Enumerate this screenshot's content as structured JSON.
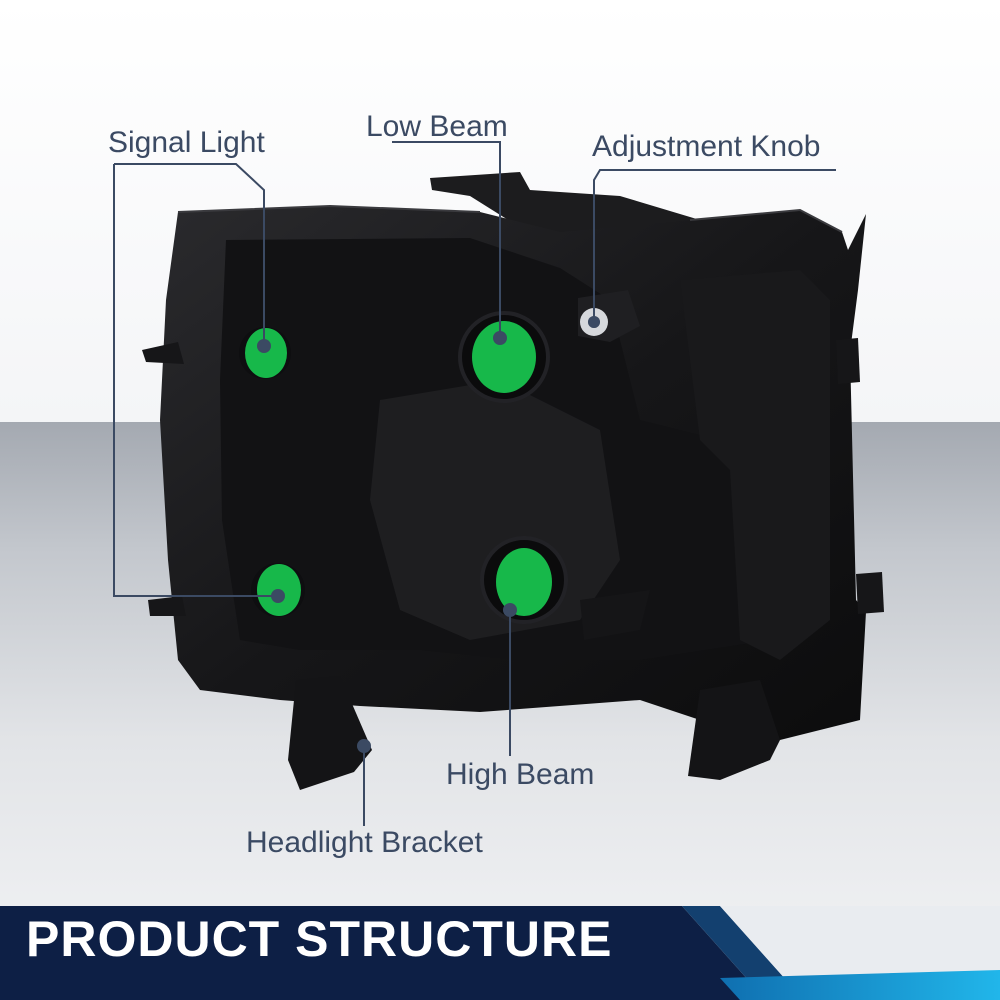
{
  "labels": {
    "signal_light": "Signal Light",
    "low_beam": "Low Beam",
    "adjustment_knob": "Adjustment Knob",
    "high_beam": "High Beam",
    "headlight_bracket": "Headlight Bracket"
  },
  "banner": {
    "title": "PRODUCT STRUCTURE"
  },
  "colors": {
    "label_text": "#3b4a63",
    "leader_line": "#3b4a63",
    "bulb_socket_highlight": "#17b84a",
    "housing": "#1a1a1c",
    "banner_dark": "#0d1f45",
    "banner_accent": "#1a9fd9"
  }
}
